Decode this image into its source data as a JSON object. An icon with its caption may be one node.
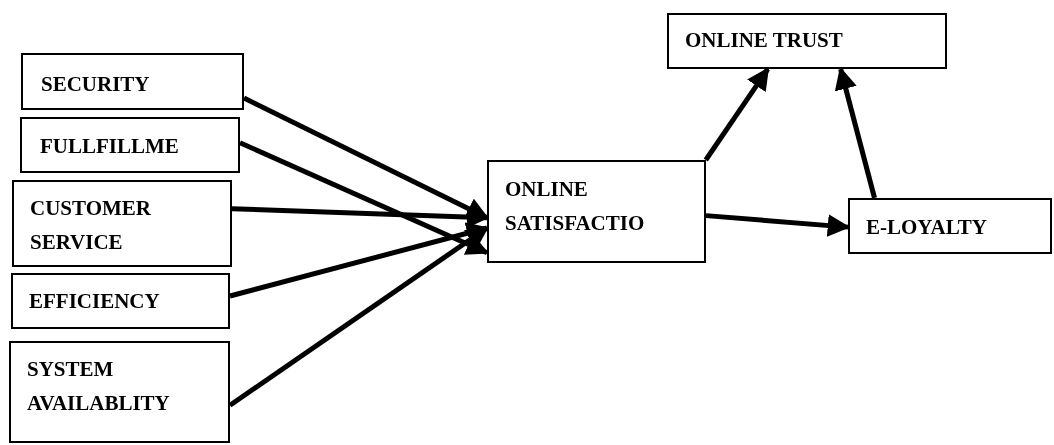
{
  "diagram": {
    "nodes": [
      {
        "text": [
          "SECURITY"
        ]
      },
      {
        "text": [
          "FULLFILLME"
        ]
      },
      {
        "text": [
          "CUSTOMER SERVICE"
        ]
      },
      {
        "text": [
          "EFFICIENCY"
        ]
      },
      {
        "text": [
          "SYSTEM AVAILABLITY"
        ]
      },
      {
        "text": [
          "ONLINE SATISFACTIO"
        ]
      },
      {
        "text": [
          "ONLINE TRUST"
        ]
      },
      {
        "text": [
          "E-LOYALTY"
        ]
      }
    ],
    "edges": [
      {
        "from": 0,
        "to": 5,
        "arrow": "to"
      },
      {
        "from": 1,
        "to": 5,
        "arrow": "to"
      },
      {
        "from": 2,
        "to": 5,
        "arrow": "to"
      },
      {
        "from": 3,
        "to": 5,
        "arrow": "to"
      },
      {
        "from": 4,
        "to": 5,
        "arrow": "to"
      },
      {
        "from": 5,
        "to": 6,
        "arrow": "to"
      },
      {
        "from": 5,
        "to": 7,
        "arrow": "to"
      },
      {
        "from": 7,
        "to": 6,
        "arrow": "to"
      }
    ]
  }
}
